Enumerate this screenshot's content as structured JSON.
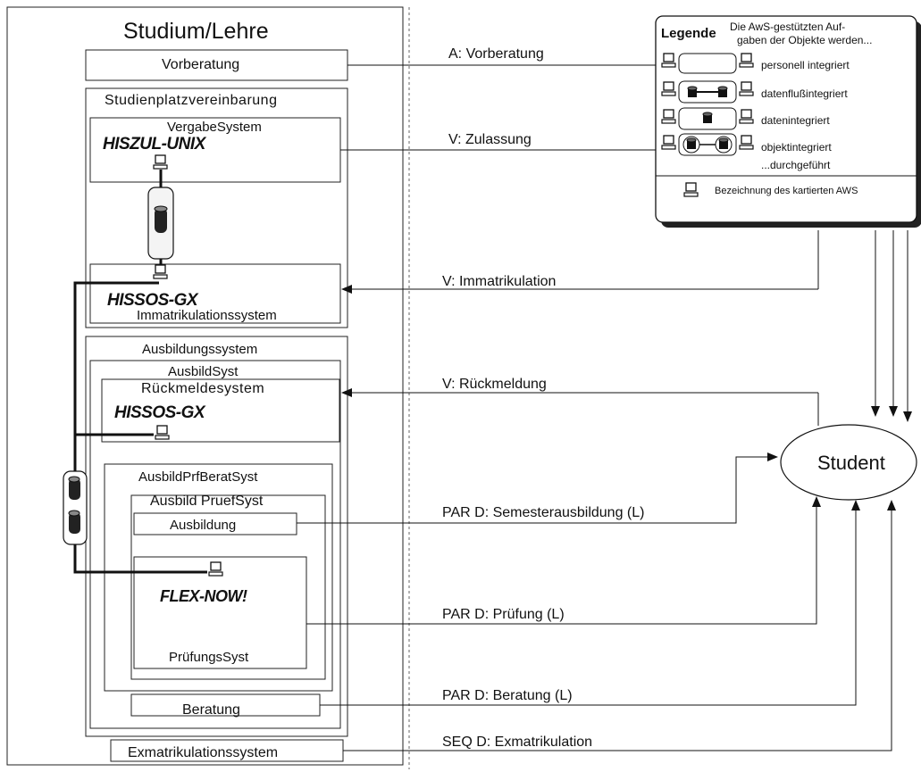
{
  "diagram": {
    "main_title": "Studium/Lehre",
    "vorberatung": "Vorberatung",
    "studienplatz": "Studienplatzvereinbarung",
    "vergabe": "VergabeSystem",
    "hiszul": "HISZUL-UNIX",
    "hissos1": "HISSOS-GX",
    "immatsys": "Immatrikulationssystem",
    "ausbildungssystem": "Ausbildungssystem",
    "ausbildsyst": "AusbildSyst",
    "rueckmeldesystem": "Rückmeldesystem",
    "hissos2": "HISSOS-GX",
    "ausbildprf": "AusbildPrfBeratSyst",
    "ausbildpruef": "Ausbild PruefSyst",
    "ausbildung": "Ausbildung",
    "flexnow": "FLEX-NOW!",
    "pruefungssyst": "PrüfungsSyst",
    "beratung": "Beratung",
    "exmatsys": "Exmatrikulationssystem",
    "student": "Student"
  },
  "flows": {
    "a_vorberatung": "A: Vorberatung",
    "v_zulassung": "V: Zulassung",
    "v_immat": "V: Immatrikulation",
    "v_rueck": "V: Rückmeldung",
    "par_sem": "PAR D: Semesterausbildung (L)",
    "par_pruef": "PAR D: Prüfung (L)",
    "par_berat": "PAR D: Beratung (L)",
    "seq_exmat": "SEQ D: Exmatrikulation"
  },
  "legend": {
    "title": "Legende",
    "header_line1": "Die AwS-gestützten Auf-",
    "header_line2": "gaben der Objekte werden...",
    "item1": "personell integriert",
    "item2": "datenflußintegriert",
    "item3": "datenintegriert",
    "item4": "objektintegriert",
    "footer": "...durchgeführt",
    "aws": "Bezeichnung des kartierten AWS"
  },
  "icons": [
    "computer-icon",
    "database-icon",
    "arrow-icon"
  ]
}
